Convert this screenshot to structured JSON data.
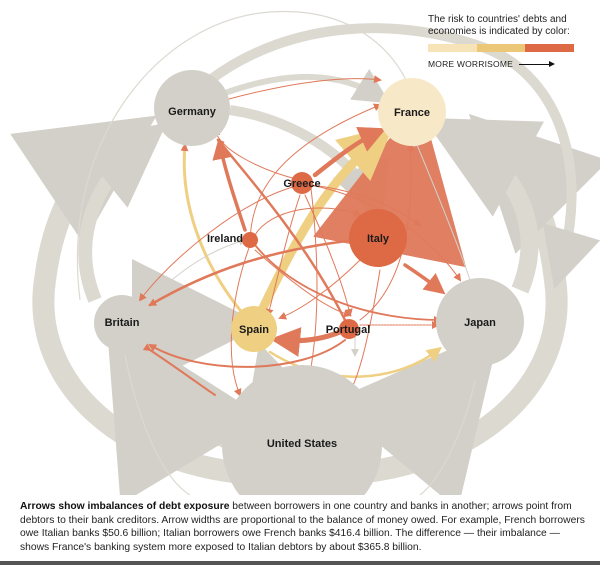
{
  "legend": {
    "title": "The risk to countries' debts and economies is indicated by color:",
    "scale_colors": [
      "#f7e3b8",
      "#ecc777",
      "#de6a45"
    ],
    "direction_label": "MORE WORRISOME"
  },
  "colors": {
    "neutral": "#d3d0c9",
    "neutral_arrow": "#dcd9d1",
    "low": "#f7e8c7",
    "medium": "#efcf82",
    "high": "#de6a45",
    "high_arrow": "#e27a55",
    "thin_line": "#e0795a"
  },
  "nodes": [
    {
      "id": "germany",
      "label": "Germany",
      "risk": "neutral"
    },
    {
      "id": "france",
      "label": "France",
      "risk": "low"
    },
    {
      "id": "greece",
      "label": "Greece",
      "risk": "high"
    },
    {
      "id": "ireland",
      "label": "Ireland",
      "risk": "high"
    },
    {
      "id": "italy",
      "label": "Italy",
      "risk": "high"
    },
    {
      "id": "britain",
      "label": "Britain",
      "risk": "neutral"
    },
    {
      "id": "spain",
      "label": "Spain",
      "risk": "medium"
    },
    {
      "id": "portugal",
      "label": "Portugal",
      "risk": "high"
    },
    {
      "id": "japan",
      "label": "Japan",
      "risk": "neutral"
    },
    {
      "id": "us",
      "label": "United States",
      "risk": "neutral"
    }
  ],
  "caption": {
    "lead": "Arrows show imbalances of debt exposure",
    "body": " between borrowers in one country and banks in another; arrows point from debtors to their bank creditors. Arrow widths are proportional to the balance of money owed. For example, French borrowers owe Italian banks $50.6 billion; Italian borrowers owe French banks $416.4 billion. The difference — their imbalance — shows France's banking system more exposed to Italian debtors by about $365.8 billion."
  }
}
